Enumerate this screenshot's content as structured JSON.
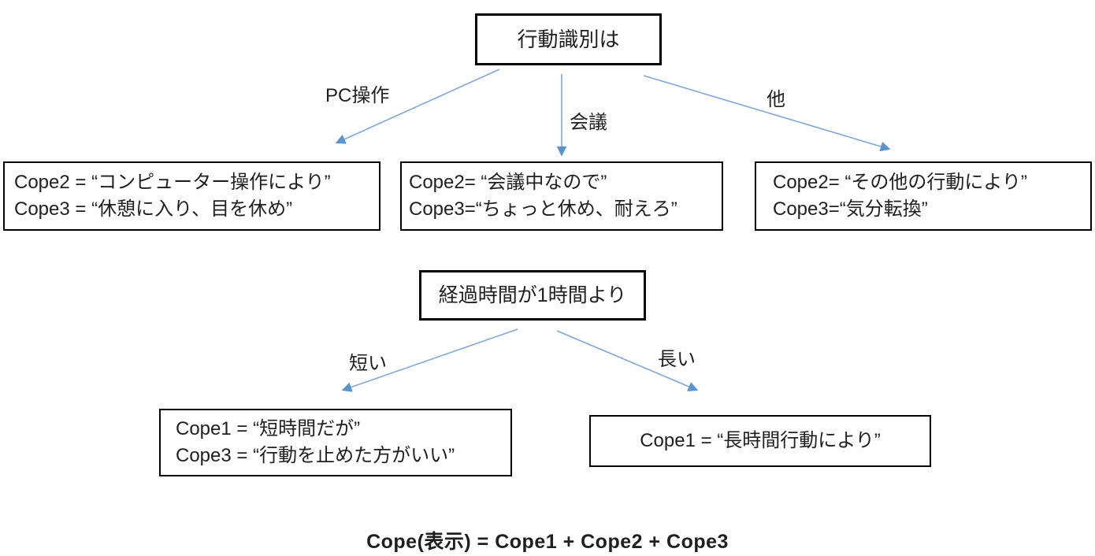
{
  "diagram": {
    "root": {
      "label": "行動識別は"
    },
    "level1": [
      {
        "label": "PC操作",
        "lines": [
          "Cope2 = “コンピューター操作により”",
          "Cope3 = “休憩に入り、目を休め”"
        ]
      },
      {
        "label": "会議",
        "lines": [
          "Cope2= “会議中なので”",
          "Cope3=“ちょっと休め、耐えろ”"
        ]
      },
      {
        "label": "他",
        "lines": [
          "Cope2= “その他の行動により”",
          "Cope3=“気分転換”"
        ]
      }
    ],
    "decision": {
      "label": "経過時間が1時間より"
    },
    "level2": [
      {
        "label": "短い",
        "lines": [
          "Cope1 = “短時間だが”",
          "Cope3 = “行動を止めた方がいい”"
        ]
      },
      {
        "label": "長い",
        "lines": [
          "Cope1 = “長時間行動により”"
        ]
      }
    ],
    "formula": "Cope(表示) = Cope1 + Cope2 + Cope3",
    "colors": {
      "arrow_stem": "#7da7dc",
      "arrow_head": "#5b93d1",
      "box_border": "#000000",
      "text": "#1f1f1f",
      "background": "#ffffff"
    }
  }
}
